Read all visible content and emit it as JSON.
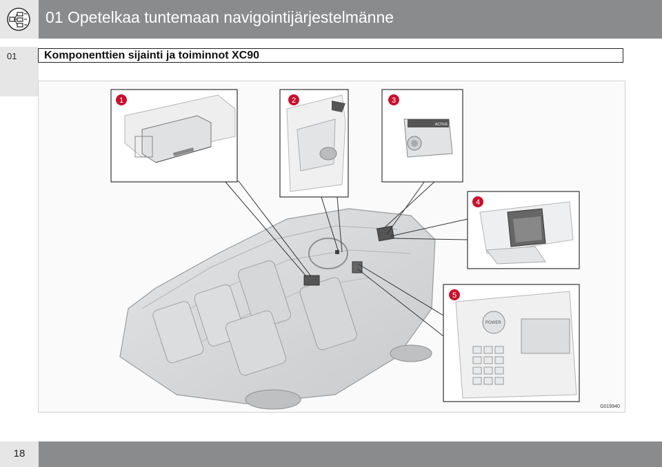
{
  "header": {
    "title": "01 Opetelkaa tuntemaan navigointijärjestelmänne",
    "icon": "navigation-menu-icon"
  },
  "side_tab": {
    "label": "01"
  },
  "section": {
    "title": "Komponenttien sijainti ja toiminnot XC90"
  },
  "figure": {
    "code": "G019940",
    "callouts": [
      "1",
      "2",
      "3",
      "4",
      "5"
    ],
    "panel_texts": {
      "switch_label": "ACTIVE",
      "power_label": "POWER"
    }
  },
  "footer": {
    "page_number": "18"
  },
  "colors": {
    "header_bg": "#8a8b8d",
    "tab_bg": "#e6e6e7",
    "callout_red": "#c8102e"
  }
}
